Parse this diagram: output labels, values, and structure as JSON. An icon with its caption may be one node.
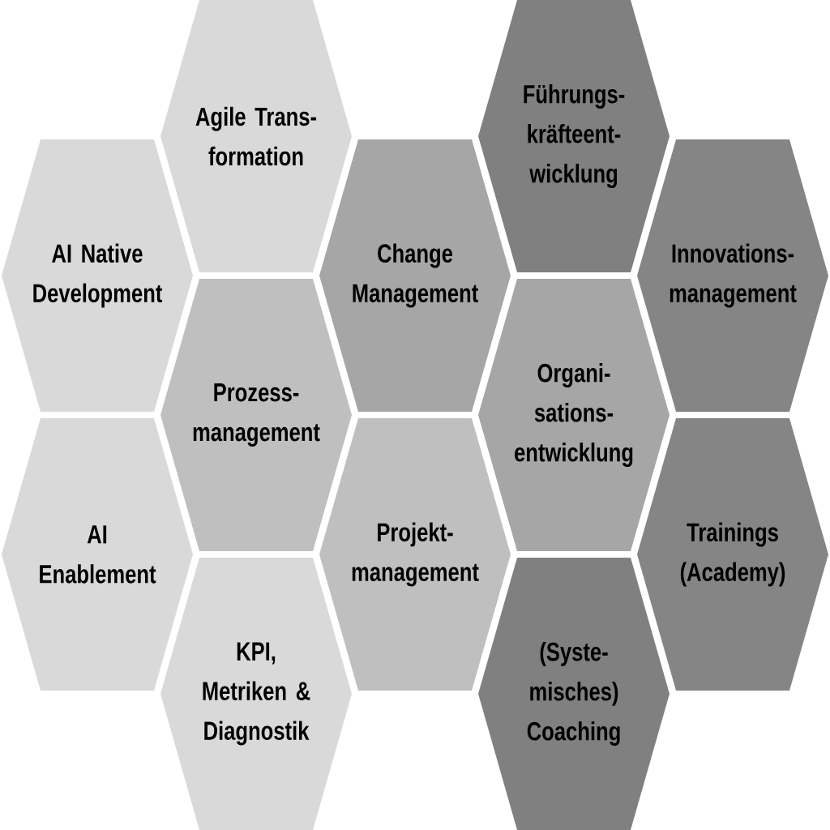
{
  "diagram": {
    "nodes": [
      {
        "text": [
          "Agile Trans- formation"
        ]
      },
      {
        "text": [
          "Führungs- kräfteent- wicklung"
        ]
      },
      {
        "text": [
          "AI Native Development"
        ]
      },
      {
        "text": [
          "Change Management"
        ]
      },
      {
        "text": [
          "Innovations- management"
        ]
      },
      {
        "text": [
          "Prozess- management"
        ]
      },
      {
        "text": [
          "Organi- sations- entwicklung"
        ]
      },
      {
        "text": [
          "AI Enablement"
        ]
      },
      {
        "text": [
          "Projekt- management"
        ]
      },
      {
        "text": [
          "Trainings (Academy)"
        ]
      },
      {
        "text": [
          "KPI, Metriken & Diagnostik"
        ]
      },
      {
        "text": [
          "(Syste- misches) Coaching"
        ]
      }
    ]
  }
}
